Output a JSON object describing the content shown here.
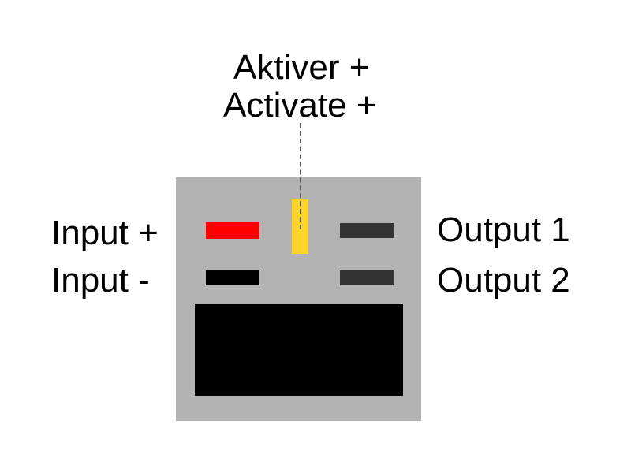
{
  "labels": {
    "activate_de": "Aktiver +",
    "activate_en": "Activate +",
    "input_plus": "Input +",
    "input_minus": "Input -",
    "output_1": "Output 1",
    "output_2": "Output 2"
  },
  "colors": {
    "housing": "#b3b3b3",
    "input_plus_pin": "#ff0000",
    "input_minus_pin": "#000000",
    "output_pins": "#333333",
    "activate_pin": "#ffd42a",
    "cavity": "#000000",
    "leader_line": "#555555"
  }
}
